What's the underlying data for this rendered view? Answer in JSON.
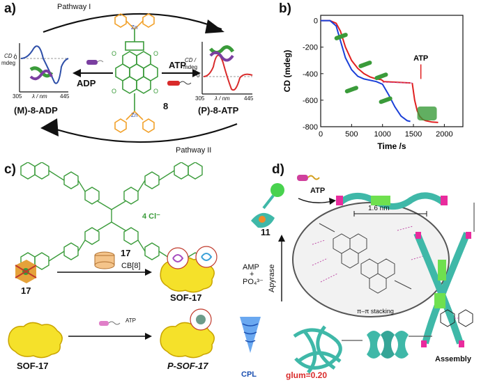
{
  "panels": {
    "a": "a)",
    "b": "b)",
    "c": "c)",
    "d": "d)"
  },
  "panel_a": {
    "pathway1": "Pathway I",
    "pathway2": "Pathway II",
    "adp": "ADP",
    "atp": "ATP",
    "compound": "8",
    "left_label": "(M)-8-ADP",
    "right_label": "(P)-8-ATP",
    "cd_axis": "CD /",
    "cd_axis2": "mdeg",
    "zero": "0",
    "x_axis": "λ / nm",
    "x_min": "305",
    "x_max": "445",
    "colors": {
      "scaffold": "#f2a12a",
      "core": "#3a9b3a",
      "blue": "#2e4fa8",
      "red": "#d92b2b"
    }
  },
  "panel_c": {
    "compound": "17",
    "counterion": "4 Cl⁻",
    "small17": "17",
    "cb8": "CB[8]",
    "sof17": "SOF-17",
    "atp": "ATP",
    "sof17_left": "SOF-17",
    "psof17": "P-SOF-17"
  },
  "panel_d": {
    "atp": "ATP",
    "dist": "1.6 nm",
    "num11": "11",
    "amp": "AMP",
    "plus": "+",
    "po4": "PO₄³⁻",
    "apyrase": "Apyrase",
    "stacking": "π–π stacking",
    "assembly": "Assembly",
    "cpl": "CPL",
    "glum": "glum=0.20"
  },
  "chart_data": {
    "type": "line",
    "xlabel": "Time /s",
    "ylabel": "CD (mdeg)",
    "xlim": [
      0,
      2300
    ],
    "ylim": [
      -800,
      40
    ],
    "xticks": [
      0,
      500,
      1000,
      1500,
      2000
    ],
    "yticks": [
      0,
      -200,
      -400,
      -600,
      -800
    ],
    "annotation": "ATP",
    "series": [
      {
        "color": "#e02020",
        "x": [
          0,
          150,
          250,
          320,
          400,
          500,
          600,
          700,
          800,
          900,
          980,
          1020,
          1450
        ],
        "y": [
          0,
          0,
          -20,
          -80,
          -200,
          -300,
          -360,
          -400,
          -425,
          -440,
          -445,
          -460,
          -470
        ]
      },
      {
        "color": "#1a3fd8",
        "x": [
          0,
          150,
          250,
          300,
          350,
          400,
          500,
          600,
          700,
          800,
          900,
          1000,
          1100,
          1200,
          1300,
          1400,
          1450
        ],
        "y": [
          0,
          0,
          -40,
          -120,
          -200,
          -280,
          -370,
          -420,
          -440,
          -450,
          -460,
          -480,
          -560,
          -650,
          -720,
          -755,
          -760
        ]
      },
      {
        "color": "#e02020",
        "x": [
          1480,
          1520,
          1560,
          1600,
          1650,
          1700,
          1800,
          1900
        ],
        "y": [
          -470,
          -600,
          -680,
          -720,
          -745,
          -755,
          -765,
          -768
        ]
      }
    ]
  }
}
